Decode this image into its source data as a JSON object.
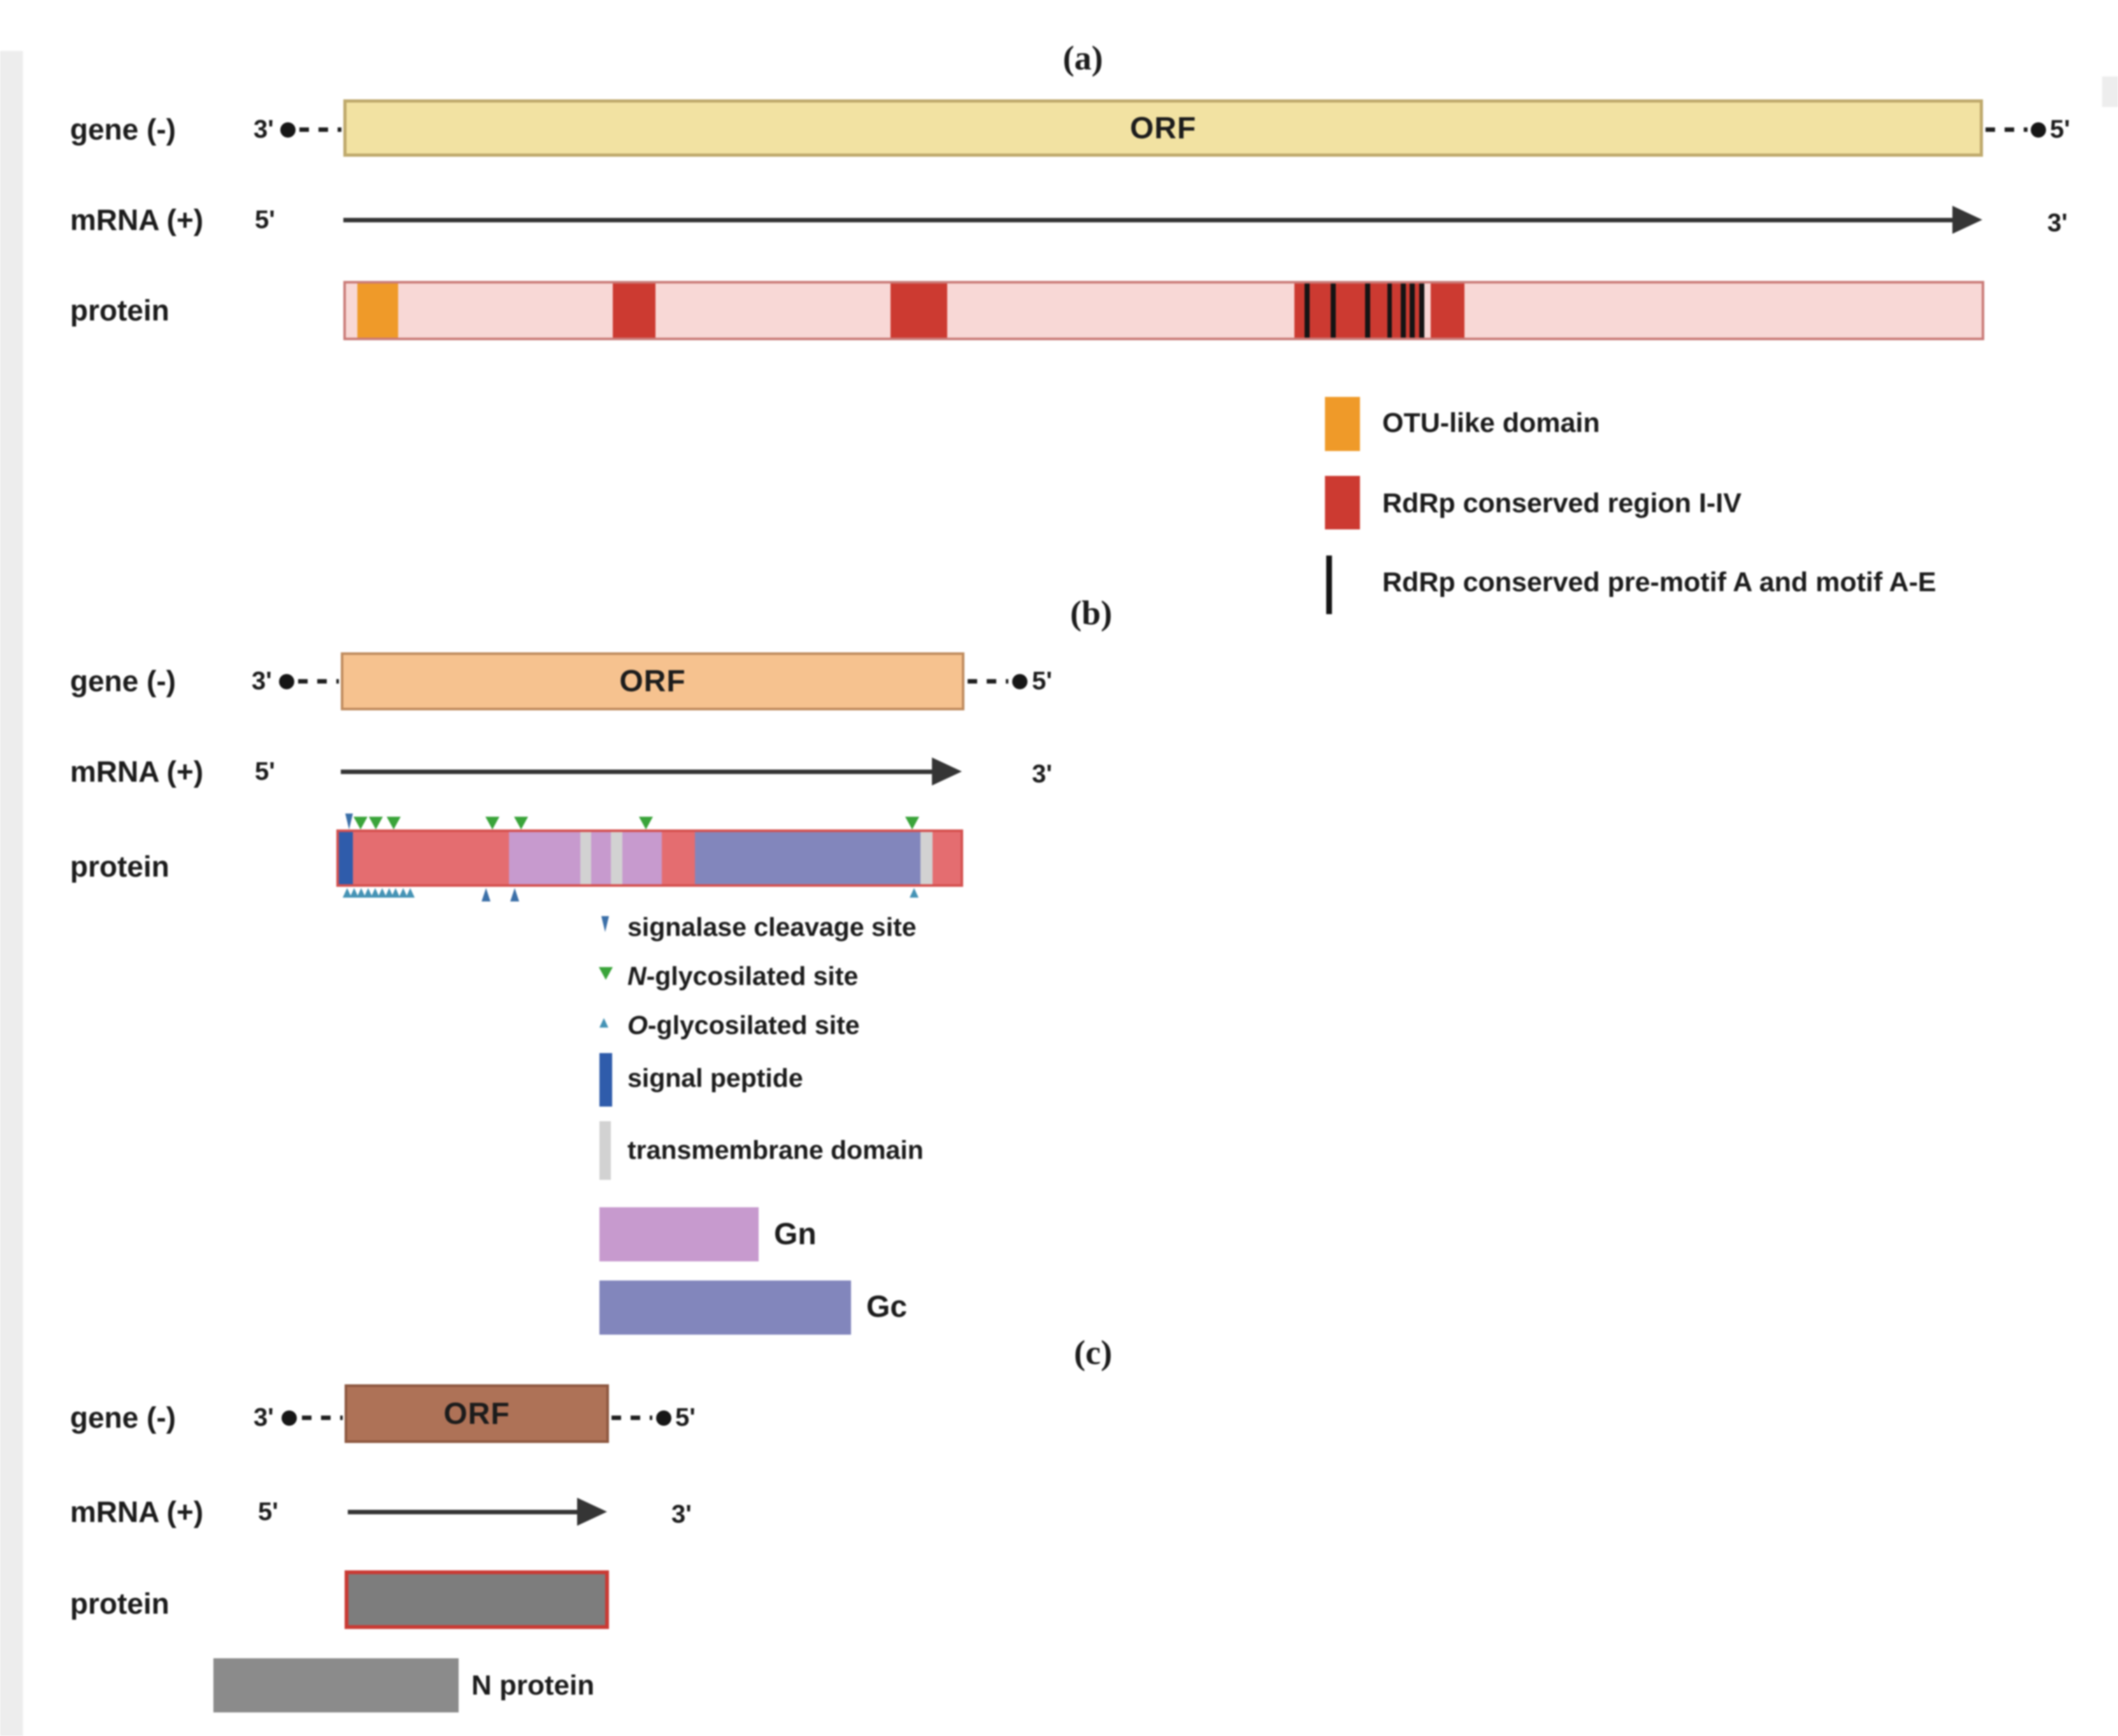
{
  "colors": {
    "yellow": "#f2e2a2",
    "yellow_border": "#bfa96c",
    "peach": "#f6c28f",
    "peach_border": "#bf8b5e",
    "brown": "#ae7257",
    "brown_border": "#8d573f",
    "pink": "#f8d8d6",
    "pink_border": "#ca7b78",
    "salmon": "#e46d70",
    "salmon_border": "#d4504f",
    "otu": "#ef9a29",
    "rdrp": "#cc3a31",
    "motif": "#141414",
    "signal": "#2f5cab",
    "gn": "#c79ace",
    "gc": "#8286bc",
    "tm": "#d2d2d2",
    "nglyc": "#3aa43a",
    "oglyc": "#4593b5",
    "cleave": "#3b6fa8",
    "protein_gray": "#7d7d7d",
    "protein_gray_border": "#c93a34",
    "n_legend_gray": "#8b8b8b",
    "arrow": "#353535",
    "text": "#1c1c1c"
  },
  "panel_a": {
    "tag": "(a)",
    "gene_label": "gene (-)",
    "mrna_label": "mRNA (+)",
    "protein_label": "protein",
    "orf_label": "ORF",
    "gene_left_prime": "3'",
    "gene_right_prime": "5'",
    "mrna_left_prime": "5'",
    "mrna_right_prime": "3'",
    "protein": {
      "segments": [
        {
          "l": 0.7,
          "w": 2.48,
          "c": "otu",
          "n": "otu-like-domain"
        },
        {
          "l": 16.3,
          "w": 2.64,
          "c": "rdrp",
          "n": "rdrp-conserved-region-1"
        },
        {
          "l": 33.31,
          "w": 3.45,
          "c": "rdrp",
          "n": "rdrp-conserved-region-2"
        },
        {
          "l": 58.0,
          "w": 7.73,
          "c": "rdrp",
          "n": "rdrp-conserved-region-3"
        },
        {
          "l": 66.31,
          "w": 2.06,
          "c": "rdrp",
          "n": "rdrp-conserved-region-4"
        },
        {
          "l": 58.6,
          "w": 0.31,
          "c": "motif",
          "n": "rdrp-motif-line"
        },
        {
          "l": 60.2,
          "w": 0.31,
          "c": "motif",
          "n": "rdrp-motif-line"
        },
        {
          "l": 62.3,
          "w": 0.31,
          "c": "motif",
          "n": "rdrp-motif-line"
        },
        {
          "l": 63.65,
          "w": 0.31,
          "c": "motif",
          "n": "rdrp-motif-line"
        },
        {
          "l": 64.5,
          "w": 0.31,
          "c": "motif",
          "n": "rdrp-motif-line"
        },
        {
          "l": 65.05,
          "w": 0.31,
          "c": "motif",
          "n": "rdrp-motif-line"
        },
        {
          "l": 65.6,
          "w": 0.31,
          "c": "motif",
          "n": "rdrp-motif-line"
        }
      ]
    },
    "legend": [
      {
        "label": "OTU-like domain"
      },
      {
        "label": "RdRp conserved region I-IV"
      },
      {
        "label": "RdRp conserved pre-motif A and motif A-E"
      }
    ]
  },
  "panel_b": {
    "tag": "(b)",
    "gene_label": "gene (-)",
    "mrna_label": "mRNA (+)",
    "protein_label": "protein",
    "orf_label": "ORF",
    "gene_left_prime": "3'",
    "gene_right_prime": "5'",
    "mrna_left_prime": "5'",
    "mrna_right_prime": "3'",
    "protein": {
      "segments": [
        {
          "l": 0,
          "w": 2.3,
          "c": "signal",
          "n": "signal-peptide"
        },
        {
          "l": 27.4,
          "w": 24.5,
          "c": "gn",
          "n": "gn-domain"
        },
        {
          "l": 38.8,
          "w": 1.8,
          "c": "tm",
          "n": "transmembrane-domain-1"
        },
        {
          "l": 43.8,
          "w": 1.8,
          "c": "tm",
          "n": "transmembrane-domain-2"
        },
        {
          "l": 57.3,
          "w": 36.2,
          "c": "gc",
          "n": "gc-domain"
        },
        {
          "l": 93.5,
          "w": 2.0,
          "c": "tm",
          "n": "transmembrane-domain-3"
        }
      ],
      "above_marks": [
        {
          "x": 2.0,
          "k": "dart-down",
          "c": "cleave",
          "n": "signalase-cleavage-mark"
        },
        {
          "x": 3.9,
          "k": "tri-down",
          "c": "nglyc",
          "n": "n-glycosilated-mark"
        },
        {
          "x": 6.3,
          "k": "tri-down",
          "c": "nglyc",
          "n": "n-glycosilated-mark"
        },
        {
          "x": 9.1,
          "k": "tri-down",
          "c": "nglyc",
          "n": "n-glycosilated-mark"
        },
        {
          "x": 24.9,
          "k": "tri-down",
          "c": "nglyc",
          "n": "n-glycosilated-mark"
        },
        {
          "x": 29.5,
          "k": "tri-down",
          "c": "nglyc",
          "n": "n-glycosilated-mark"
        },
        {
          "x": 49.4,
          "k": "tri-down",
          "c": "nglyc",
          "n": "n-glycosilated-mark"
        },
        {
          "x": 91.9,
          "k": "tri-down",
          "c": "nglyc",
          "n": "n-glycosilated-mark"
        }
      ],
      "below_marks": [
        {
          "x": 1.7,
          "k": "tri-up",
          "c": "oglyc",
          "n": "o-glycosilated-mark"
        },
        {
          "x": 2.8,
          "k": "tri-up",
          "c": "oglyc",
          "n": "o-glycosilated-mark"
        },
        {
          "x": 4.0,
          "k": "tri-up",
          "c": "oglyc",
          "n": "o-glycosilated-mark"
        },
        {
          "x": 5.1,
          "k": "tri-up",
          "c": "oglyc",
          "n": "o-glycosilated-mark"
        },
        {
          "x": 6.2,
          "k": "tri-up",
          "c": "oglyc",
          "n": "o-glycosilated-mark"
        },
        {
          "x": 7.3,
          "k": "tri-up",
          "c": "oglyc",
          "n": "o-glycosilated-mark"
        },
        {
          "x": 8.4,
          "k": "tri-up",
          "c": "oglyc",
          "n": "o-glycosilated-mark"
        },
        {
          "x": 9.5,
          "k": "tri-up",
          "c": "oglyc",
          "n": "o-glycosilated-mark"
        },
        {
          "x": 10.7,
          "k": "tri-up",
          "c": "oglyc",
          "n": "o-glycosilated-mark"
        },
        {
          "x": 11.8,
          "k": "tri-up",
          "c": "oglyc",
          "n": "o-glycosilated-mark"
        },
        {
          "x": 23.9,
          "k": "dart-up",
          "c": "cleave",
          "n": "signalase-cleavage-mark"
        },
        {
          "x": 28.5,
          "k": "dart-up",
          "c": "cleave",
          "n": "signalase-cleavage-mark"
        },
        {
          "x": 92.2,
          "k": "tri-up",
          "c": "oglyc",
          "n": "o-glycosilated-mark"
        }
      ]
    },
    "legend_sites": [
      {
        "label": "signalase cleavage site"
      },
      {
        "prefix": "N",
        "rest": "-glycosilated site"
      },
      {
        "prefix": "O",
        "rest": "-glycosilated site"
      },
      {
        "label": "signal peptide"
      },
      {
        "label": "transmembrane domain"
      }
    ],
    "gn_label": "Gn",
    "gc_label": "Gc"
  },
  "panel_c": {
    "tag": "(c)",
    "gene_label": "gene (-)",
    "mrna_label": "mRNA (+)",
    "protein_label": "protein",
    "orf_label": "ORF",
    "gene_left_prime": "3'",
    "gene_right_prime": "5'",
    "mrna_left_prime": "5'",
    "mrna_right_prime": "3'",
    "n_protein_label": "N protein"
  }
}
